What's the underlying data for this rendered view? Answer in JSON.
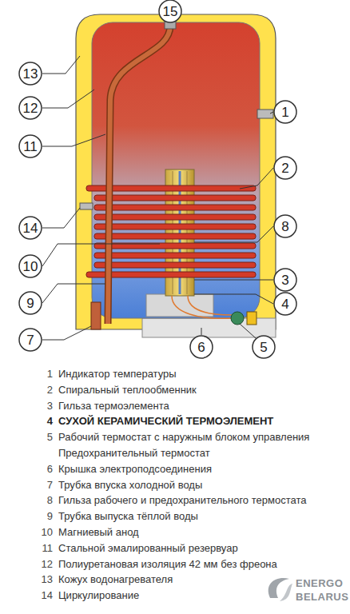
{
  "diagram": {
    "nodes": [
      {
        "text": [
          "15"
        ]
      },
      {
        "text": [
          "13"
        ]
      },
      {
        "text": [
          "1"
        ]
      },
      {
        "text": [
          "12"
        ]
      },
      {
        "text": [
          "11"
        ]
      },
      {
        "text": [
          "2"
        ]
      },
      {
        "text": [
          "14"
        ]
      },
      {
        "text": [
          "8"
        ]
      },
      {
        "text": [
          "10"
        ]
      },
      {
        "text": [
          "3"
        ]
      },
      {
        "text": [
          "9"
        ]
      },
      {
        "text": [
          "4"
        ]
      },
      {
        "text": [
          "7"
        ]
      },
      {
        "text": [
          "6"
        ]
      },
      {
        "text": [
          "5"
        ]
      }
    ],
    "labels": [
      "1",
      "Индикатор температуры",
      "2",
      "Спиральный теплообменник",
      "3",
      "Гильза термоэлемента",
      "4",
      "СУХОЙ КЕРАМИЧЕСКИЙ ТЕРМОЭЛЕМЕНТ",
      "5",
      "Рабочий термостат с наружным блоком управления",
      "Предохранительный термостат",
      "6",
      "Крышка электроподсоединения",
      "7",
      "Трубка впуска холодной воды",
      "8",
      "Гильза рабочего и предохранительного термостата",
      "9",
      "Трубка выпуска тёплой воды",
      "10",
      "Магниевый анод",
      "11",
      "Стальной эмалированный резервуар",
      "12",
      "Полиуретановая изоляция 42 мм без фреона",
      "13",
      "Кожух водонагревателя",
      "14",
      "Циркулирование",
      "ENERGO",
      "BELARUS"
    ]
  }
}
